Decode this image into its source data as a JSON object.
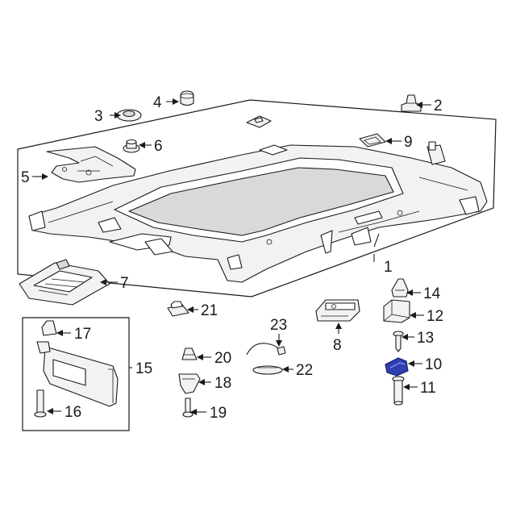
{
  "diagram": {
    "highlight_color": "#2f3fb0",
    "labels": {
      "l1": "1",
      "l2": "2",
      "l3": "3",
      "l4": "4",
      "l5": "5",
      "l6": "6",
      "l7": "7",
      "l8": "8",
      "l9": "9",
      "l10": "10",
      "l11": "11",
      "l12": "12",
      "l13": "13",
      "l14": "14",
      "l15": "15",
      "l16": "16",
      "l17": "17",
      "l18": "18",
      "l19": "19",
      "l20": "20",
      "l21": "21",
      "l22": "22",
      "l23": "23"
    },
    "highlighted_part": "10"
  }
}
